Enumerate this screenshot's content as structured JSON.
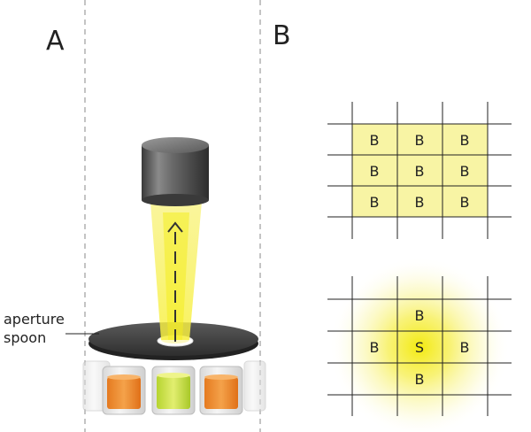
{
  "panels": {
    "a_label": "A",
    "b_label": "B"
  },
  "annotation": {
    "line1": "aperture",
    "line2": "spoon"
  },
  "grid_top": {
    "cells": [
      "B",
      "B",
      "B",
      "B",
      "B",
      "B",
      "B",
      "B",
      "B"
    ]
  },
  "grid_bottom": {
    "top": "B",
    "left": "B",
    "center": "S",
    "right": "B",
    "bottom": "B"
  },
  "colors": {
    "highlight": "#f7f3a0",
    "glow": "#f5ee20",
    "sample_orange": "#f08a2a",
    "sample_green": "#c7dd3a",
    "cylinder": "#555555",
    "disc": "#4a4a4a"
  }
}
